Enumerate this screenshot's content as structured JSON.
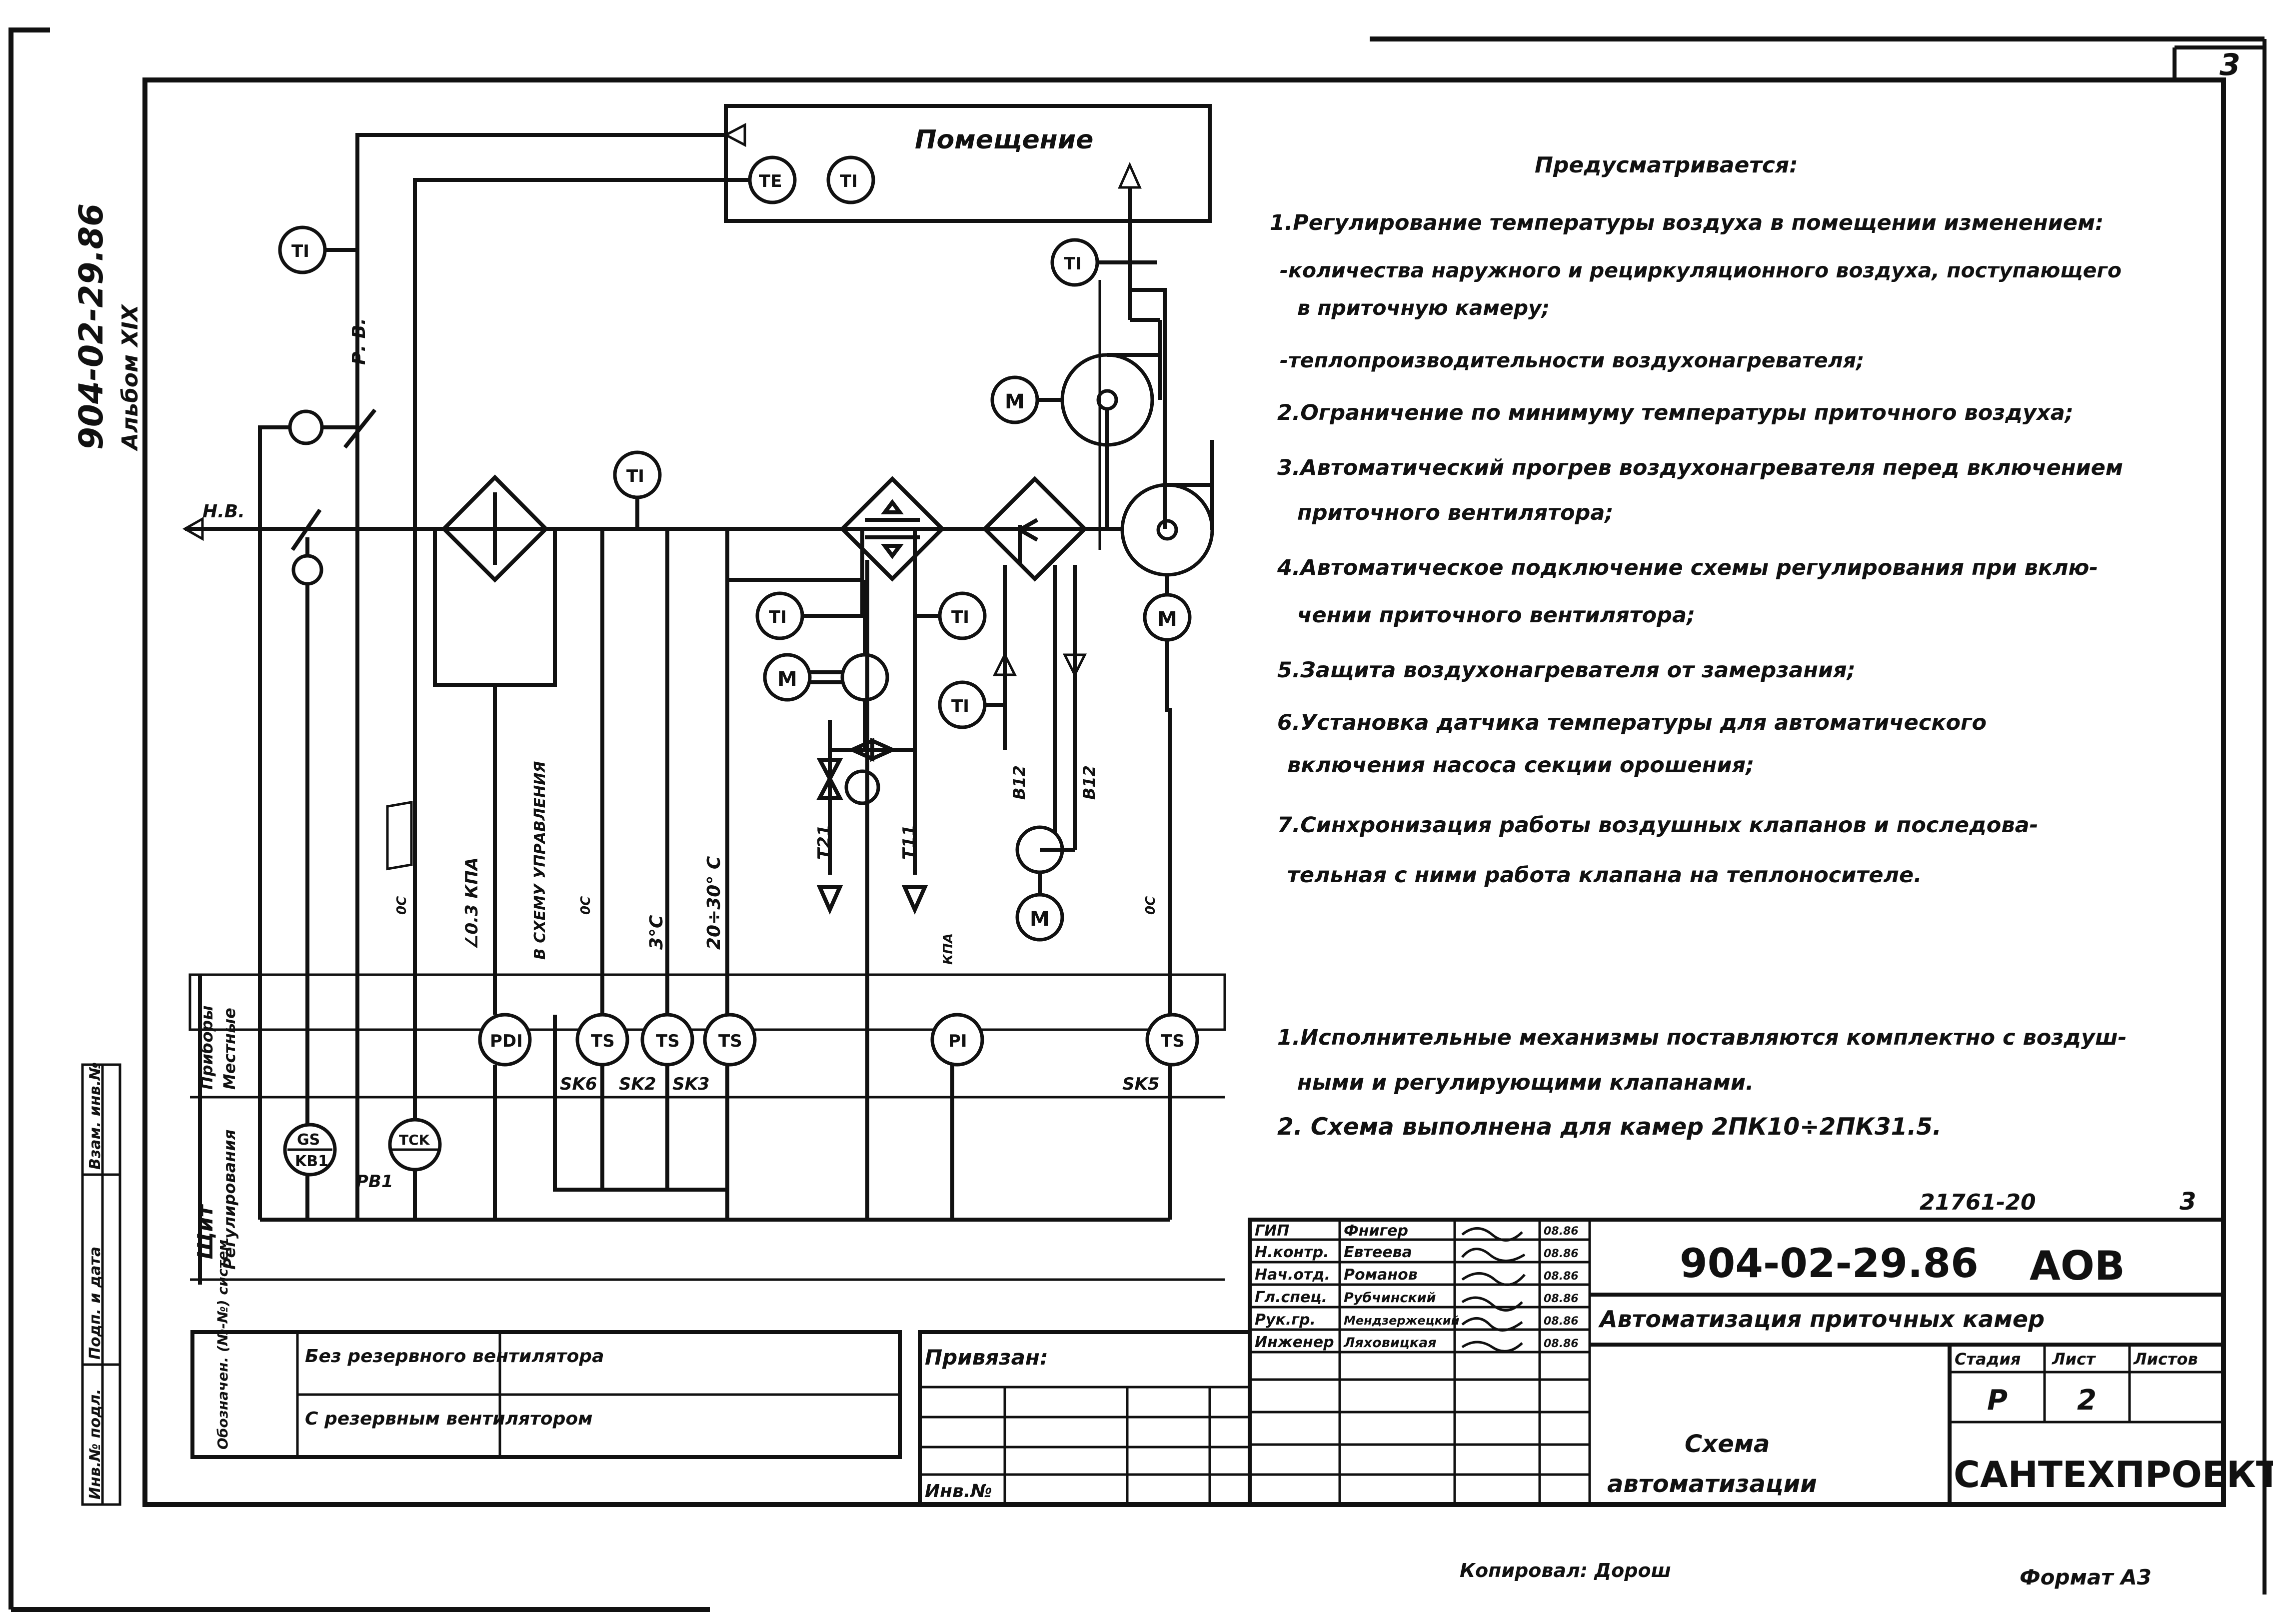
{
  "sheet_number": "3",
  "side": {
    "code": "904-02-29.86",
    "album": "Альбом XIX"
  },
  "left_stamp": [
    "Инв.№ подл.",
    "Подп. и дата",
    "Взам. инв.№"
  ],
  "diagram": {
    "room_label": "Помещение",
    "te": "TE",
    "ti": "TI",
    "m": "M",
    "ts": "TS",
    "pi": "PI",
    "pdi": "PDI",
    "tck": "TCK",
    "gs": "GS",
    "kb1": "KB1",
    "rb1": "PB1",
    "rv": "Р. В.",
    "nv": "Н.В.",
    "sk": [
      "SK6",
      "SK2",
      "SK3",
      "SK5"
    ],
    "vert": {
      "kpa": "∠0.3 КПА",
      "to_scheme": "В СХЕМУ УПРАВЛЕНИЯ",
      "deg3": "3°C",
      "deg20": "20÷30° C",
      "oc": "0С",
      "kpa_box": "КПА",
      "t21": "T21",
      "t11": "T11",
      "b12": "B12"
    },
    "rows": {
      "pribory": "Приборы",
      "mestnye": "Местные",
      "shchit": "Щит",
      "regul": "Регулирования"
    }
  },
  "notes": {
    "heading": "Предусматривается:",
    "lines": [
      "1.Регулирование температуры воздуха в помещении изменением:",
      "-количества наружного и рециркуляционного воздуха, поступающего",
      "в приточную камеру;",
      "-теплопроизводительности воздухонагревателя;",
      "2.Ограничение по минимуму температуры приточного воздуха;",
      "3.Автоматический прогрев воздухонагревателя перед включением",
      "приточного вентилятора;",
      "4.Автоматическое подключение схемы регулирования при вклю-",
      "чении приточного вентилятора;",
      "5.Защита воздухонагревателя от замерзания;",
      "6.Установка датчика температуры для автоматического",
      "включения насоса секции орошения;",
      "7.Синхронизация работы воздушных клапанов и последова-",
      "тельная с ними работа клапана на теплоносителе."
    ],
    "remarks": [
      "1.Исполнительные механизмы поставляются комплектно с воздуш-",
      "ными и регулирующими клапанами.",
      "2. Схема выполнена для камер 2ПК10÷2ПК31.5."
    ]
  },
  "bottom_left": {
    "header": "Обозначен. (№-№) систем",
    "row1": "Без резервного вентилятора",
    "row2": "С резервным вентилятором"
  },
  "bind_block": {
    "label": "Привязан:",
    "inv": "Инв.№"
  },
  "title_block": {
    "order_no": "21761-20",
    "sheet_no": "3",
    "code": "904-02-29.86",
    "mark": "АОВ",
    "title": "Автоматизация приточных камер",
    "roles": [
      "ГИП",
      "Н.контр.",
      "Нач.отд.",
      "Гл.спец.",
      "Рук.гр.",
      "Инженер"
    ],
    "names": [
      "Фнигер",
      "Евтеева",
      "Романов",
      "Рубчинский",
      "Мендзержецкий",
      "Ляховицкая"
    ],
    "dates": [
      "08.86",
      "08.86",
      "08.86",
      "08.86",
      "08.86",
      "08.86"
    ],
    "drawing_name": "Схема автоматизации",
    "stage_header": "Стадия",
    "sheet_header": "Лист",
    "sheets_header": "Листов",
    "stage": "Р",
    "sheet": "2",
    "sheets": "",
    "org": "САНТЕХПРОЕКТ"
  },
  "footer": {
    "copied": "Копировал: Дорош",
    "format": "Формат А3"
  }
}
